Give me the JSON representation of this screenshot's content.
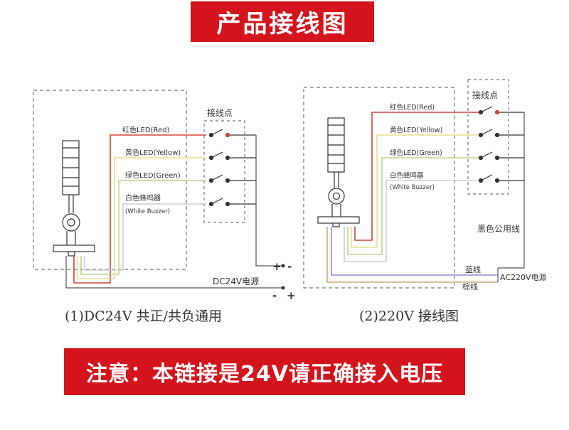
{
  "header": {
    "title": "产品接线图"
  },
  "diagram1": {
    "terminal_label": "接线点",
    "wires": [
      "红色LED(Red)",
      "黄色LED(Yellow)",
      "绿色LED(Green)",
      "白色蜂鸣器",
      "(White Buzzer)"
    ],
    "power_label": "DC24V电源",
    "polarity_top_left": "+",
    "polarity_top_right": "-",
    "polarity_bottom_left": "-",
    "polarity_bottom_right": "+",
    "caption": "(1)DC24V 共正/共负通用"
  },
  "diagram2": {
    "terminal_label": "接线点",
    "wires": [
      "红色LED(Red)",
      "黄色LED(Yellow)",
      "绿色LED(Green)",
      "白色蜂鸣器",
      "(White Buzzer)"
    ],
    "common_label": "黑色公用线",
    "blue_label": "蓝线",
    "brown_label": "棕线",
    "power_label": "AC220V电源",
    "caption": "(2)220V 接线图"
  },
  "notice": {
    "text": "注意：本链接是24V请正确接入电压"
  },
  "colors": {
    "banner": "#d4141c",
    "wire_red": "#d9443c",
    "wire_yellow": "#e8de8a",
    "wire_green": "#b8d98a",
    "wire_white": "#cfcfcf",
    "wire_blue": "#8a8fd8",
    "wire_brown": "#c8a87a",
    "line": "#555555"
  }
}
